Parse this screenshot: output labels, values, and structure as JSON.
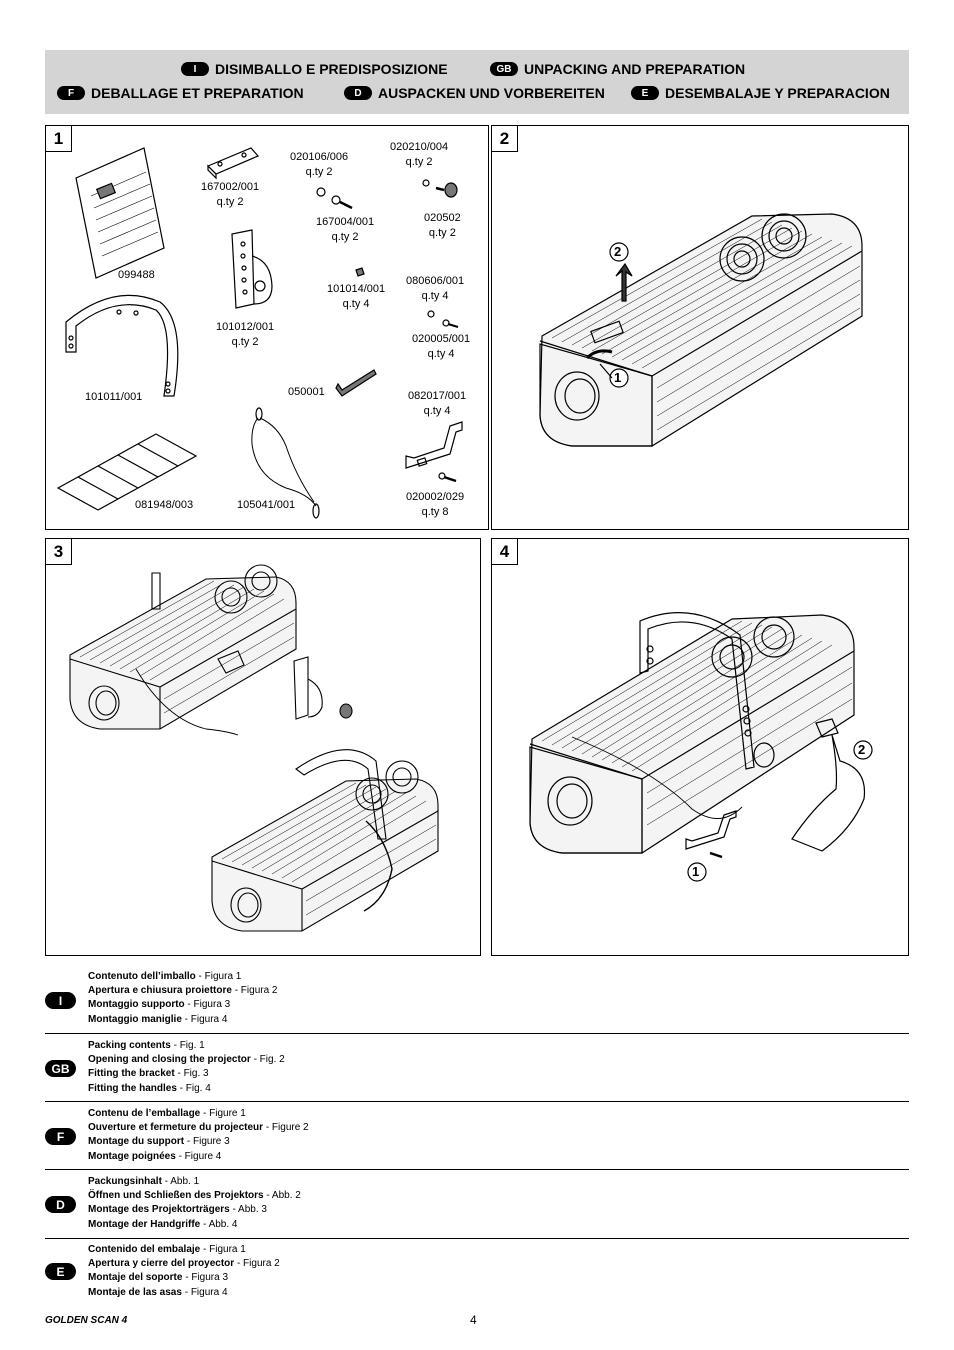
{
  "header": {
    "items": [
      {
        "code": "I",
        "text": "DISIMBALLO E PREDISPOSIZIONE"
      },
      {
        "code": "GB",
        "text": "UNPACKING AND PREPARATION"
      },
      {
        "code": "F",
        "text": "DEBALLAGE ET PREPARATION"
      },
      {
        "code": "D",
        "text": "AUSPACKEN UND VORBEREITEN"
      },
      {
        "code": "E",
        "text": "DESEMBALAJE Y PREPARACION"
      }
    ]
  },
  "panels": {
    "p1": "1",
    "p2": "2",
    "p3": "3",
    "p4": "4"
  },
  "parts": {
    "manual": "099488",
    "p167002": [
      "167002/001",
      "q.ty 2"
    ],
    "p020106": [
      "020106/006",
      "q.ty 2"
    ],
    "p020210": [
      "020210/004",
      "q.ty 2"
    ],
    "p167004": [
      "167004/001",
      "q.ty 2"
    ],
    "p020502": [
      "020502",
      "q.ty 2"
    ],
    "p101012": [
      "101012/001",
      "q.ty 2"
    ],
    "p101014": [
      "101014/001",
      "q.ty 4"
    ],
    "p080606": [
      "080606/001",
      "q.ty 4"
    ],
    "p020005": [
      "020005/001",
      "q.ty 4"
    ],
    "p101011": "101011/001",
    "p050001": "050001",
    "p082017": [
      "082017/001",
      "q.ty 4"
    ],
    "p081948": "081948/003",
    "p105041": "105041/001",
    "p020002": [
      "020002/029",
      "q.ty 8"
    ]
  },
  "callouts": {
    "fig2_a": "2",
    "fig2_b": "1",
    "fig4_a": "2",
    "fig4_b": "1"
  },
  "captions": [
    {
      "code": "I",
      "lines": [
        {
          "bold": "Contenuto dell’imballo",
          "rest": " - Figura 1"
        },
        {
          "bold": "Apertura e chiusura proiettore",
          "rest": " - Figura 2"
        },
        {
          "bold": "Montaggio supporto",
          "rest": " - Figura 3"
        },
        {
          "bold": "Montaggio maniglie",
          "rest": " - Figura 4"
        }
      ]
    },
    {
      "code": "GB",
      "lines": [
        {
          "bold": "Packing contents",
          "rest": " - Fig. 1"
        },
        {
          "bold": "Opening and closing the projector",
          "rest": " - Fig. 2"
        },
        {
          "bold": "Fitting the bracket",
          "rest": " - Fig. 3"
        },
        {
          "bold": "Fitting the handles",
          "rest": " - Fig. 4"
        }
      ]
    },
    {
      "code": "F",
      "lines": [
        {
          "bold": "Contenu de l’emballage",
          "rest": " - Figure 1"
        },
        {
          "bold": "Ouverture et fermeture du projecteur",
          "rest": " - Figure 2"
        },
        {
          "bold": "Montage du support",
          "rest": " - Figure 3"
        },
        {
          "bold": "Montage poignées",
          "rest": " - Figure 4"
        }
      ]
    },
    {
      "code": "D",
      "lines": [
        {
          "bold": "Packungsinhalt",
          "rest": "  - Abb. 1"
        },
        {
          "bold": "Öffnen und Schließen des Projektors",
          "rest": " - Abb. 2"
        },
        {
          "bold": "Montage des Projektorträgers",
          "rest": " - Abb. 3"
        },
        {
          "bold": "Montage der Handgriffe",
          "rest": " - Abb. 4"
        }
      ]
    },
    {
      "code": "E",
      "lines": [
        {
          "bold": "Contenido del embalaje",
          "rest": " - Figura 1"
        },
        {
          "bold": "Apertura y cierre del proyector",
          "rest": " - Figura 2"
        },
        {
          "bold": "Montaje del soporte",
          "rest": " - Figura 3"
        },
        {
          "bold": "Montaje de las asas",
          "rest": " - Figura 4"
        }
      ]
    }
  ],
  "footer": {
    "title": "GOLDEN SCAN 4",
    "page": "4"
  }
}
